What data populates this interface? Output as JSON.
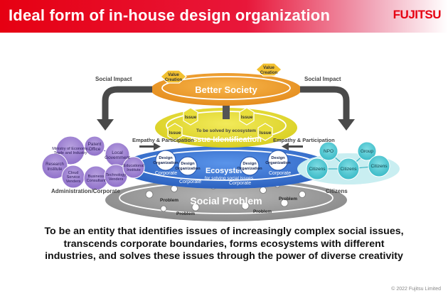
{
  "header": {
    "title": "Ideal form of in-house design organization",
    "logo_text": "FUJITSU"
  },
  "diagram": {
    "better_society": "Better Society",
    "value_creation": [
      "Value",
      "Creation"
    ],
    "issue_identification": "Issue Identification",
    "to_be_solved": "To be solved by ecosystem",
    "issue_label": "Issue",
    "ecosystem": "Ecosystem",
    "ecosystem_sub": "for solving social issues",
    "design_org": [
      "Design",
      "Organization"
    ],
    "corporate": "Corporate",
    "social_problem": "Social Problem",
    "problem_label": "Problem",
    "social_impact": "Social Impact",
    "empathy": "Empathy & Participation",
    "admin_corporate": "Administration/Corporate",
    "citizens_group": "Citizens",
    "admin_nodes": {
      "ministry": [
        "Ministry of Economy,",
        "Trade and Industry"
      ],
      "patent": [
        "Patent",
        "Office"
      ],
      "local": [
        "Local",
        "Government"
      ],
      "research": [
        "Research",
        "Institute"
      ],
      "cloud": [
        "Cloud",
        "Service",
        "Venders"
      ],
      "business": [
        "Business",
        "Consultant"
      ],
      "tech": [
        "Technology",
        "Venders"
      ],
      "edu": [
        "Educational",
        "Institute"
      ]
    },
    "citizen_nodes": {
      "npo": "NPO",
      "group": "Group",
      "citizens": "Citizens"
    }
  },
  "caption": [
    "To be an entity that identifies issues of increasingly complex social issues,",
    "transcends corporate boundaries, forms ecosystems with different",
    "industries, and solves these issues through the power of diverse creativity"
  ],
  "copyright": "© 2022 Fujitsu Limited",
  "colors": {
    "brand_red": "#e60012",
    "orange": "#f0a030",
    "yellow": "#e8de3a",
    "blue": "#3f7ad6",
    "gray": "#9a9a9a",
    "purple": "#9d7fd0",
    "teal": "#4cc6d0"
  }
}
